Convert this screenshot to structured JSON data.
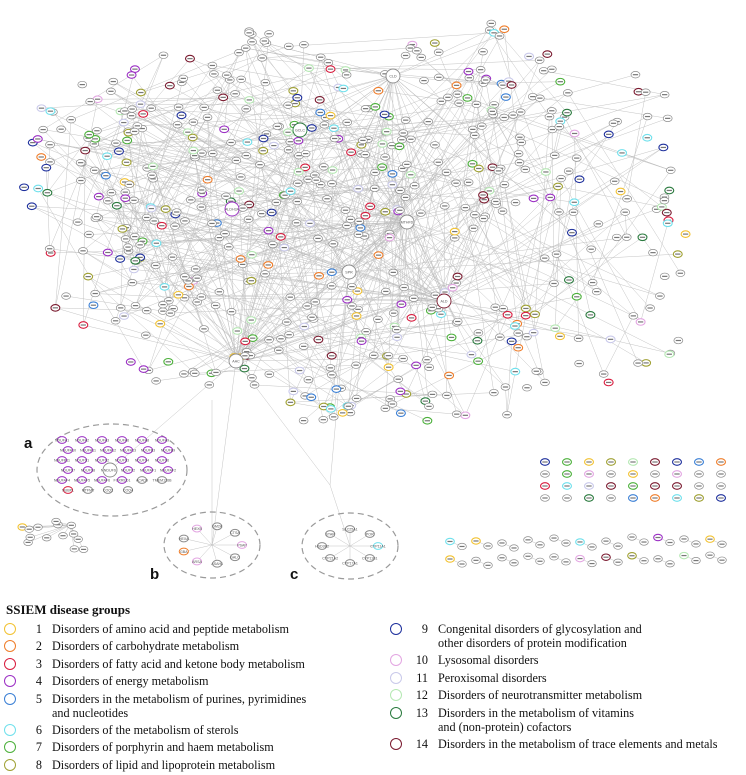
{
  "figure": {
    "panel_labels": [
      "a",
      "b",
      "c"
    ]
  },
  "network": {
    "edge_color": "#bdbdbd",
    "default_node_color": "#8c8c8c",
    "hubs": [
      "CLD",
      "SPR",
      "AAC",
      "ALD",
      "MTHFD",
      "NDUFS",
      "ALDH3A",
      "GCLC"
    ],
    "cluster_a_labels": [
      "NDUFA1",
      "NDUFA2",
      "NDUFA3",
      "NDUFA6",
      "NDUFA8",
      "NDUFA9",
      "NDUFA10",
      "NDUFA11",
      "NDUFA12",
      "NDUFA13",
      "NDUFB3",
      "NDUFB9",
      "NDUFB11",
      "NDUFS1",
      "NDUFS2",
      "NDUFS3",
      "NDUFS4",
      "NDUFS6",
      "NDUFS7",
      "NDUFS8",
      "NDUFV1",
      "NDUFV2",
      "NDUFAF1",
      "NDUFAF2",
      "NDUFAF4",
      "NDUFAF5",
      "NDUFAF6",
      "FOXRED1",
      "ACAD9",
      "TMEM126B",
      "NUBPL",
      "MTFMT",
      "COQ2",
      "COQ4"
    ],
    "cluster_b_labels": [
      "PSAP",
      "GALC",
      "ASAH1",
      "ARSA",
      "GBA",
      "HEXA",
      "HEXB",
      "GM2A",
      "CTSA"
    ],
    "cluster_c_labels": [
      "CYP11A1",
      "CYP11B1",
      "CYP17A1",
      "CYP21A2",
      "HSD3B2",
      "STAR",
      "SLC25A1",
      "POR"
    ]
  },
  "legend": {
    "title": "SSIEM disease groups",
    "left": [
      {
        "num": "1",
        "color": "#f2c232",
        "lines": [
          "Disorders of amino acid and peptide metabolism"
        ]
      },
      {
        "num": "2",
        "color": "#ef7d2a",
        "lines": [
          "Disorders of carbohydrate metabolism"
        ]
      },
      {
        "num": "3",
        "color": "#d81c3e",
        "lines": [
          "Disorders of fatty acid and ketone body metabolism"
        ]
      },
      {
        "num": "4",
        "color": "#9b2fc4",
        "lines": [
          "Disorders of energy metabolism"
        ]
      },
      {
        "num": "5",
        "color": "#3a7fd5",
        "lines": [
          "Disorders in the metabolism of purines, pyrimidines",
          "and nucleotides"
        ]
      },
      {
        "num": "6",
        "color": "#6fe0ec",
        "lines": [
          "Disorders of the metabolism of sterols"
        ]
      },
      {
        "num": "7",
        "color": "#4bb03a",
        "lines": [
          "Disorders of porphyrin and haem metabolism"
        ]
      },
      {
        "num": "8",
        "color": "#9fa032",
        "lines": [
          "Disorders of lipid and lipoprotein metabolism"
        ]
      }
    ],
    "right": [
      {
        "num": "9",
        "color": "#1d2f9c",
        "lines": [
          "Congenital disorders of glycosylation and",
          "other disorders of protein modification"
        ]
      },
      {
        "num": "10",
        "color": "#e3a6e2",
        "lines": [
          "Lysosomal disorders"
        ]
      },
      {
        "num": "11",
        "color": "#c9c9ea",
        "lines": [
          "Peroxisomal disorders"
        ]
      },
      {
        "num": "12",
        "color": "#b5e8b3",
        "lines": [
          "Disorders of neurotransmitter metabolism"
        ]
      },
      {
        "num": "13",
        "color": "#2a7a3e",
        "lines": [
          "Disorders in the metabolism of vitamins",
          "and (non-protein) cofactors"
        ]
      },
      {
        "num": "14",
        "color": "#7a1a2f",
        "lines": [
          "Disorders in the metabolism of trace elements and metals"
        ]
      }
    ]
  }
}
